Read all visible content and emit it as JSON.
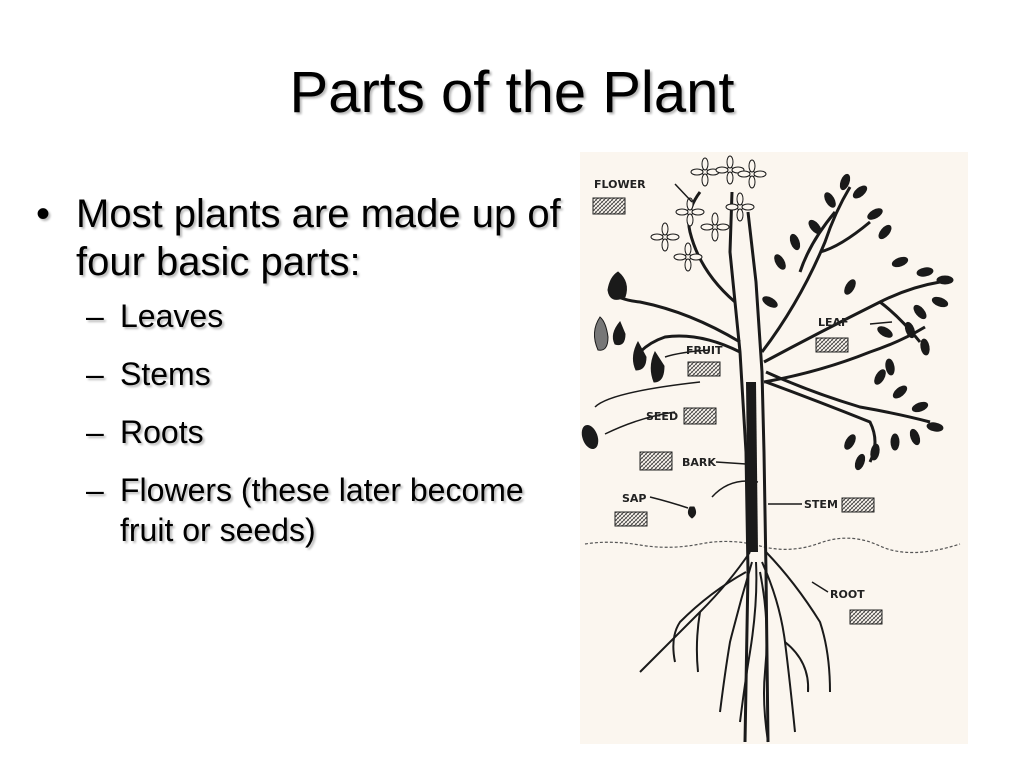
{
  "slide": {
    "title": "Parts of the Plant",
    "main_bullet": "Most plants are made up of four basic parts:",
    "sub_bullets": [
      "Leaves",
      "Stems",
      "Roots",
      "Flowers (these later become fruit or seeds)"
    ]
  },
  "figure": {
    "labels": {
      "flower": "FLOWER",
      "leaf": "LEAF",
      "fruit": "FRUIT",
      "seed": "SEED",
      "bark": "BARK",
      "sap": "SAP",
      "stem": "STEM",
      "root": "ROOT"
    },
    "background": "#fbf6ef"
  },
  "colors": {
    "text": "#000000",
    "shadow": "#b8b8b8",
    "ink": "#1a1a1a"
  }
}
